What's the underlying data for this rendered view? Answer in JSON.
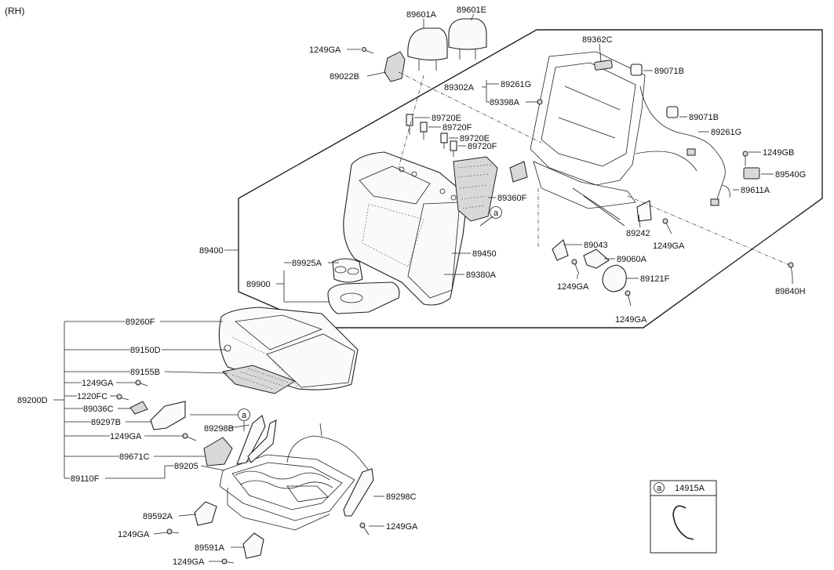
{
  "side": "(RH)",
  "labels": {
    "p89601A": "89601A",
    "p89601E": "89601E",
    "p1249GA_a": "1249GA",
    "p89022B": "89022B",
    "p89720E_a": "89720E",
    "p89720F_a": "89720F",
    "p89720E_b": "89720E",
    "p89720F_b": "89720F",
    "p89362C": "89362C",
    "p89071B_a": "89071B",
    "p89302A": "89302A",
    "p89261G_a": "89261G",
    "p89398A": "89398A",
    "p89071B_b": "89071B",
    "p89261G_b": "89261G",
    "p1249GB": "1249GB",
    "p89540G": "89540G",
    "p89611A": "89611A",
    "p89360F": "89360F",
    "p89242": "89242",
    "p1249GA_b": "1249GA",
    "p89043": "89043",
    "p89060A": "89060A",
    "p1249GA_c": "1249GA",
    "p89121F": "89121F",
    "p1249GA_d": "1249GA",
    "p89840H": "89840H",
    "p89400": "89400",
    "p89450": "89450",
    "p89380A": "89380A",
    "p89925A": "89925A",
    "p89900": "89900",
    "p89260F": "89260F",
    "p89150D": "89150D",
    "p89155B": "89155B",
    "p1249GA_e": "1249GA",
    "p1220FC": "1220FC",
    "p89200D": "89200D",
    "p89036C": "89036C",
    "p89297B": "89297B",
    "p89298B": "89298B",
    "p1249GA_f": "1249GA",
    "p89671C": "89671C",
    "p89205": "89205",
    "p89110F": "89110F",
    "p89298C": "89298C",
    "p89592A": "89592A",
    "p1249GA_g": "1249GA",
    "p1249GA_h": "1249GA",
    "p89591A": "89591A",
    "p1249GA_i": "1249GA"
  },
  "callouts": {
    "a1": "a",
    "a2": "a",
    "a3": "a"
  },
  "legend": {
    "symbol": "a",
    "part": "14915A"
  }
}
